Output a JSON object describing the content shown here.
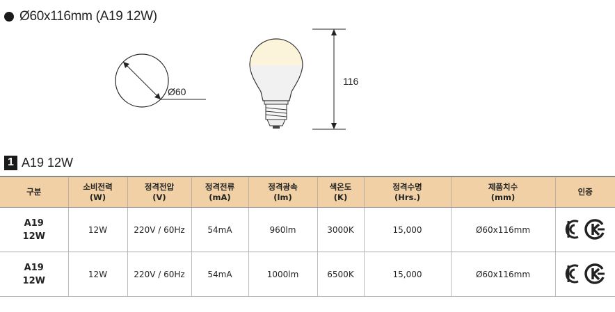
{
  "heading": {
    "text": "Ø60x116mm (A19 12W)"
  },
  "diagram": {
    "diameter_label": "Ø60",
    "height_label": "116"
  },
  "section": {
    "number": "1",
    "title": "A19 12W"
  },
  "table": {
    "headers": [
      {
        "line1": "구분",
        "line2": ""
      },
      {
        "line1": "소비전력",
        "line2": "(W)"
      },
      {
        "line1": "정격전압",
        "line2": "(V)"
      },
      {
        "line1": "정격전류",
        "line2": "(mA)"
      },
      {
        "line1": "정격광속",
        "line2": "(lm)"
      },
      {
        "line1": "색온도",
        "line2": "(K)"
      },
      {
        "line1": "정격수명",
        "line2": "(Hrs.)"
      },
      {
        "line1": "제품치수",
        "line2": "(mm)"
      },
      {
        "line1": "인증",
        "line2": ""
      }
    ],
    "rows": [
      {
        "model_line1": "A19",
        "model_line2": "12W",
        "power": "12W",
        "voltage": "220V / 60Hz",
        "current": "54mA",
        "flux": "960lm",
        "cct": "3000K",
        "life": "15,000",
        "size": "Ø60x116mm",
        "cert": [
          "kc-mark-icon",
          "k-mark-icon"
        ]
      },
      {
        "model_line1": "A19",
        "model_line2": "12W",
        "power": "12W",
        "voltage": "220V / 60Hz",
        "current": "54mA",
        "flux": "1000lm",
        "cct": "6500K",
        "life": "15,000",
        "size": "Ø60x116mm",
        "cert": [
          "kc-mark-icon",
          "k-mark-icon"
        ]
      }
    ]
  },
  "colors": {
    "header_bg": "#f0d0a4",
    "text": "#222222"
  }
}
